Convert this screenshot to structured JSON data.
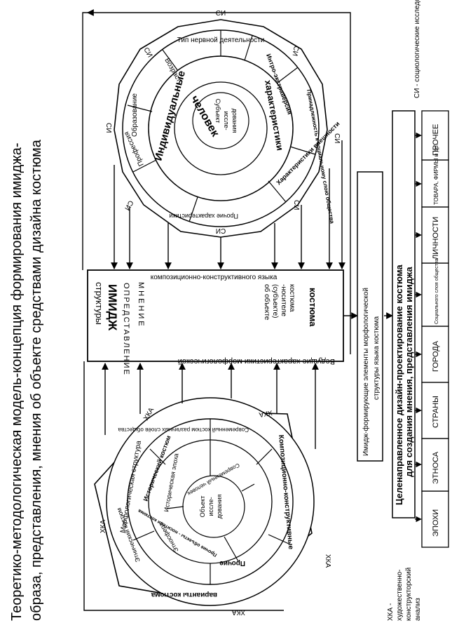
{
  "title_line1": "Теоретико-методологическая модель-концепция формирования имиджа-",
  "title_line2": "образа, представления, мнения об объекте средствами дизайна костюма",
  "si_label": "СИ",
  "hka_label": "ХКА",
  "legend": {
    "si": "СИ - социологические исследования",
    "hka_1": "ХКА -",
    "hka_2": "художественно-",
    "hka_3": "конструкторский",
    "hka_4": "анализ"
  },
  "upper_diagram": {
    "outer_ring": [
      "Тип нервной деятельности",
      "Интро-экстраверсия",
      "Принадлежность к социальному слою общества",
      "Характеристики внешности",
      "Прочие характеристики",
      "Профессия",
      "Образование",
      "Возраст"
    ],
    "inner_ring": [
      "Индивидуальные",
      "характеристики"
    ],
    "core_word": "человек",
    "center": [
      "Субъект",
      "иссле-",
      "дования"
    ]
  },
  "lower_diagram": {
    "outer_ring": [
      "Морфологическая структура",
      "Композиционно-конструктивные",
      "варианты костюма"
    ],
    "second_ring": [
      "Исторический костюм",
      "Этнический костюм",
      "Прочие",
      "Современный костюм различных слоёв общества"
    ],
    "third_ring": [
      "Историческая эпоха",
      "Этносфера",
      "Прочие объекты - носители костюма",
      "Современный человек"
    ],
    "center": [
      "Объект",
      "иссле-",
      "дования"
    ]
  },
  "central_box": {
    "top": "композиционно-конструктивного языка",
    "side": "Ведущие характеристики морфологической",
    "structures": "структуры",
    "image_word": "ИМИДЖ",
    "image_letters": "ОПРЕДСТАВЛЕНИЕ",
    "opinion_letters": "МНЕНИЕ",
    "obj": [
      "об объекте",
      "(субъекте)",
      "-носителе",
      "костюма"
    ],
    "costume": "костюма"
  },
  "elements_box": [
    "Имидж-формирующие элементы морфологической",
    "структуры языка костюма"
  ],
  "design_box": [
    "Целенаправленное дизайн-проектирование костюма",
    "для создания мнения, представления имиджа"
  ],
  "categories": [
    "ЭПОХИ",
    "ЭТНОСА",
    "СТРАНЫ",
    "ГОРОДА",
    "Социального слоя общества",
    "ЛИЧНОСТИ",
    "ТОВАРА, ФИРМЫ и др.",
    "ПРОЧЕЕ"
  ]
}
